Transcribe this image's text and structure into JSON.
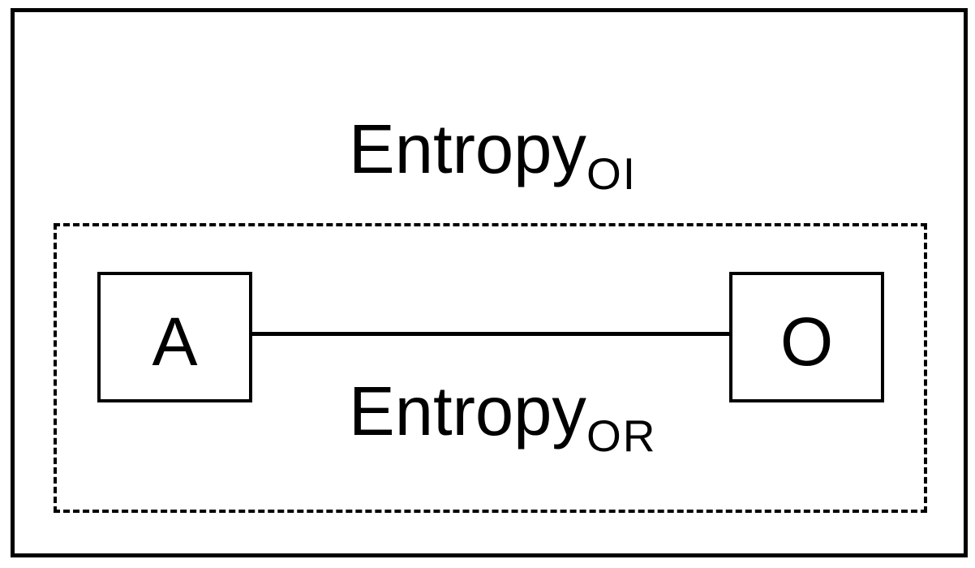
{
  "diagram": {
    "background_color": "#ffffff",
    "line_color": "#000000",
    "outer_entropy": {
      "text": "Entropy",
      "subscript": "OI"
    },
    "inner_entropy": {
      "text": "Entropy",
      "subscript": "OR"
    },
    "nodes": {
      "left": {
        "label": "A"
      },
      "right": {
        "label": "O"
      }
    }
  }
}
